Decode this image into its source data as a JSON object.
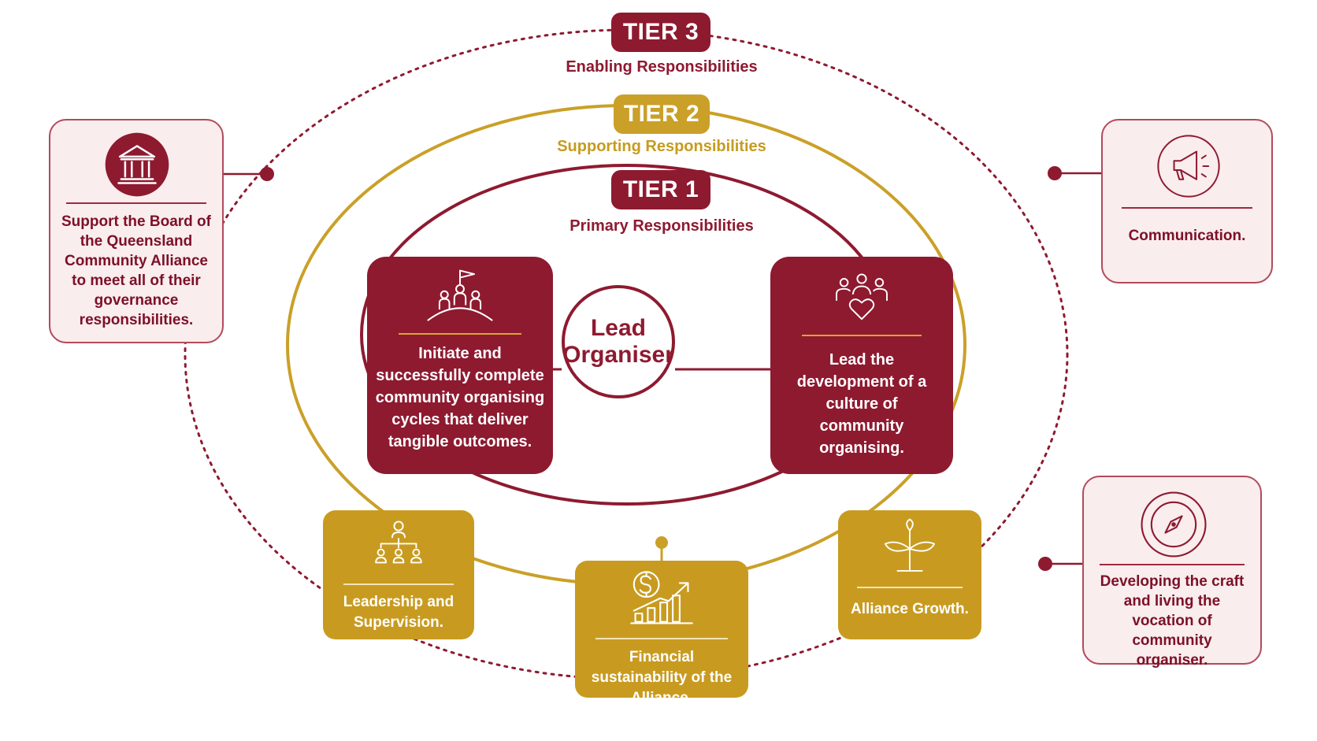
{
  "colors": {
    "maroon": "#8e1a30",
    "gold": "#caa028",
    "side_fill": "#f9eded",
    "white": "#ffffff"
  },
  "tiers": {
    "tier3": {
      "label": "TIER 3",
      "subtitle": "Enabling Responsibilities"
    },
    "tier2": {
      "label": "TIER 2",
      "subtitle": "Supporting Responsibilities"
    },
    "tier1": {
      "label": "TIER 1",
      "subtitle": "Primary Responsibilities"
    }
  },
  "center": {
    "line1": "Lead",
    "line2": "Organiser"
  },
  "primary": [
    {
      "icon": "summit-team-flag-icon",
      "text": "Initiate and successfully complete community organising cycles that deliver tangible outcomes."
    },
    {
      "icon": "community-heart-icon",
      "text": "Lead the development of a culture of community organising."
    }
  ],
  "supporting": [
    {
      "icon": "org-hierarchy-icon",
      "text": "Leadership and Supervision."
    },
    {
      "icon": "dollar-growth-chart-icon",
      "text": "Financial sustainability of the Alliance."
    },
    {
      "icon": "sprout-icon",
      "text": "Alliance Growth."
    }
  ],
  "enabling": [
    {
      "icon": "institution-building-icon",
      "text": "Support the Board of the Queensland Community Alliance to meet all of their governance responsibilities."
    },
    {
      "icon": "megaphone-icon",
      "text": "Communication."
    },
    {
      "icon": "compass-icon",
      "text": "Developing the craft and living the vocation of community organiser."
    }
  ]
}
